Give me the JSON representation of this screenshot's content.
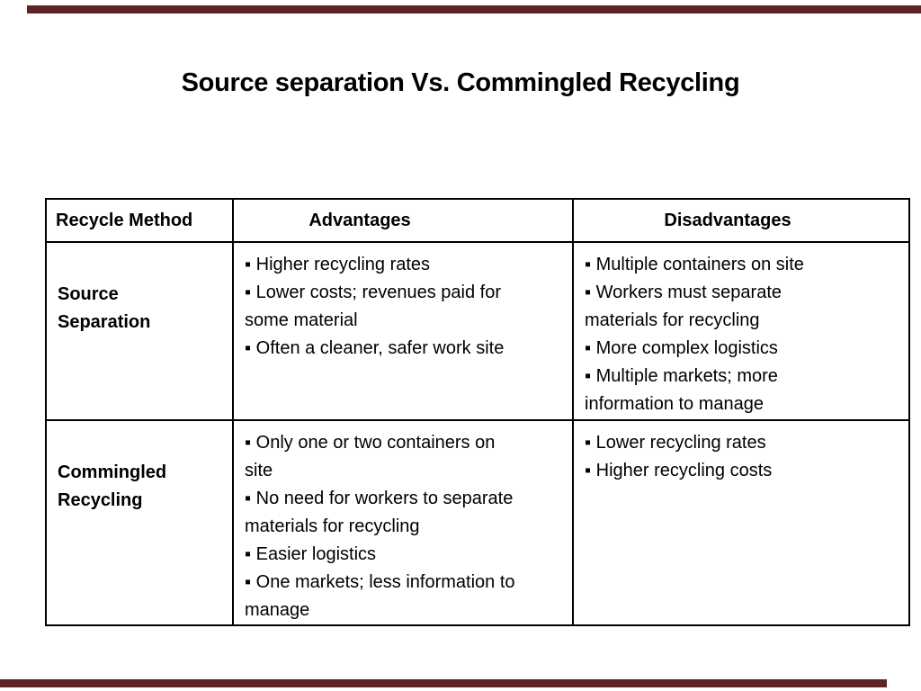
{
  "slide": {
    "title": "Source separation Vs. Commingled Recycling",
    "bullet_char": "▪"
  },
  "table": {
    "headers": [
      "Recycle Method",
      "Advantages",
      "Disadvantages"
    ],
    "rows": [
      {
        "method": "Source Separation",
        "advantages": [
          "Higher recycling rates",
          "Lower costs; revenues paid for some material",
          "Often a cleaner, safer work site"
        ],
        "disadvantages": [
          "Multiple containers on site",
          "Workers must separate materials for recycling",
          "More complex logistics",
          "Multiple markets; more information to manage"
        ]
      },
      {
        "method": "Commingled Recycling",
        "advantages": [
          "Only one or two containers on site",
          "No need for workers to separate materials for recycling",
          "Easier logistics",
          "One markets; less information to manage"
        ],
        "disadvantages": [
          "Lower recycling rates",
          "Higher recycling costs"
        ]
      }
    ]
  },
  "theme": {
    "background_color": "#ffffff",
    "accent_bar_color": "#5e2423",
    "table_border_color": "#000000",
    "text_color": "#000000"
  }
}
